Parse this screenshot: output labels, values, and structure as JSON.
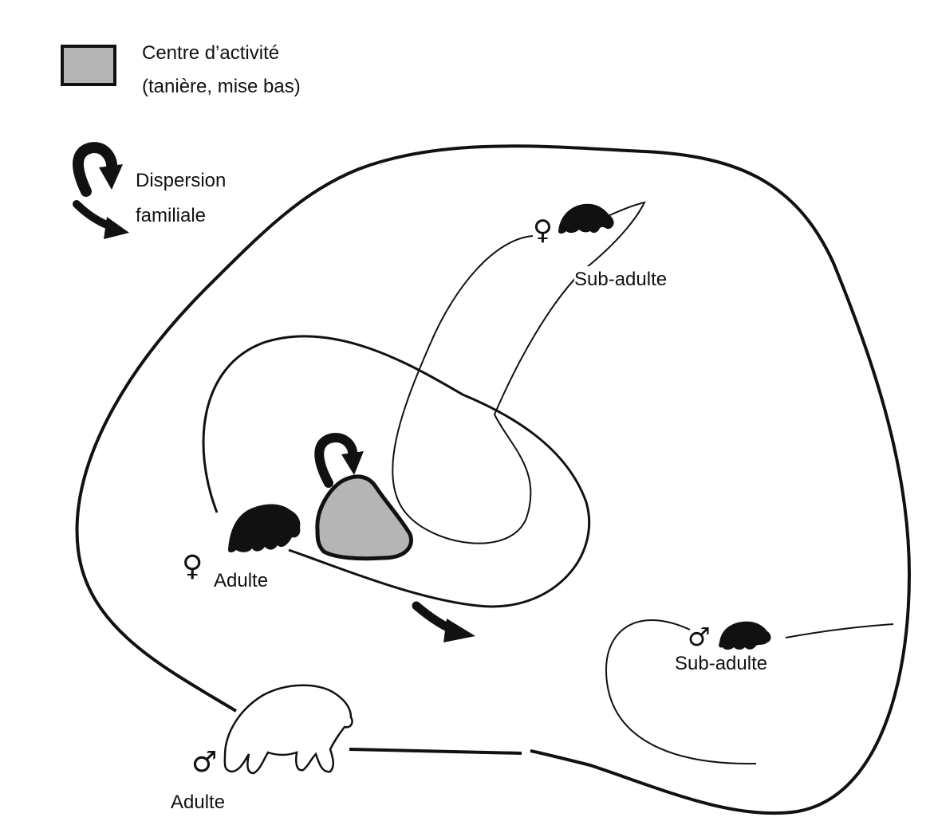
{
  "legend": {
    "activity_center": {
      "line1": "Centre d’activité",
      "line2": "(tanière, mise bas)"
    },
    "dispersion": {
      "line1": "Dispersion",
      "line2": "familiale"
    }
  },
  "individuals": {
    "female_subadult": {
      "label": "Sub-adulte",
      "sex_symbol": "♀"
    },
    "female_adult": {
      "label": "Adulte",
      "sex_symbol": "♀"
    },
    "male_subadult": {
      "label": "Sub-adulte",
      "sex_symbol": "♂"
    },
    "male_adult": {
      "label": "Adulte",
      "sex_symbol": "♂"
    }
  },
  "colors": {
    "stroke": "#111111",
    "activity_center_fill": "#b5b5b5",
    "bear_fill": "#111111"
  }
}
